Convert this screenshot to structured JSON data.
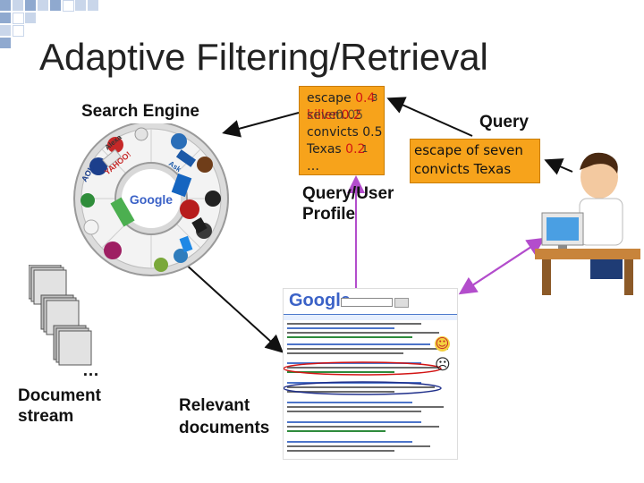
{
  "title": "Adaptive Filtering/Retrieval",
  "labels": {
    "search_engine": "Search Engine",
    "query": "Query",
    "query_user_profile_line1": "Query/User",
    "query_user_profile_line2": "Profile",
    "ellipsis": "…",
    "document_stream_line1": "Document",
    "document_stream_line2": "stream",
    "relevant_documents_line1": "Relevant",
    "relevant_documents_line2": "documents"
  },
  "profile_terms": [
    {
      "term": "escape",
      "weight": "0.4",
      "weight_overlay": "3"
    },
    {
      "term": "killer",
      "weight": "0.2",
      "overlay": "seven",
      "overlay_weight": "0.05"
    },
    {
      "term": "convicts",
      "weight": "0.5"
    },
    {
      "term": "Texas",
      "weight": "0.2",
      "weight_overlay": "1"
    },
    {
      "term": "…"
    }
  ],
  "query_text": "escape of seven convicts Texas",
  "engine_logo": "Google",
  "engine_labels": [
    "AOL",
    "Alexa",
    "YAHOO!",
    "Ask",
    "Google"
  ],
  "results_logo": "Google",
  "feedback": {
    "positive": "☺",
    "negative": "☹"
  },
  "colors": {
    "box_fill": "#f7a31b",
    "title_text": "#222222",
    "arrow_black": "#111111",
    "arrow_purple": "#b34dcc",
    "red_weights": "#d21414",
    "deco_blue": "#8fa9cf"
  }
}
